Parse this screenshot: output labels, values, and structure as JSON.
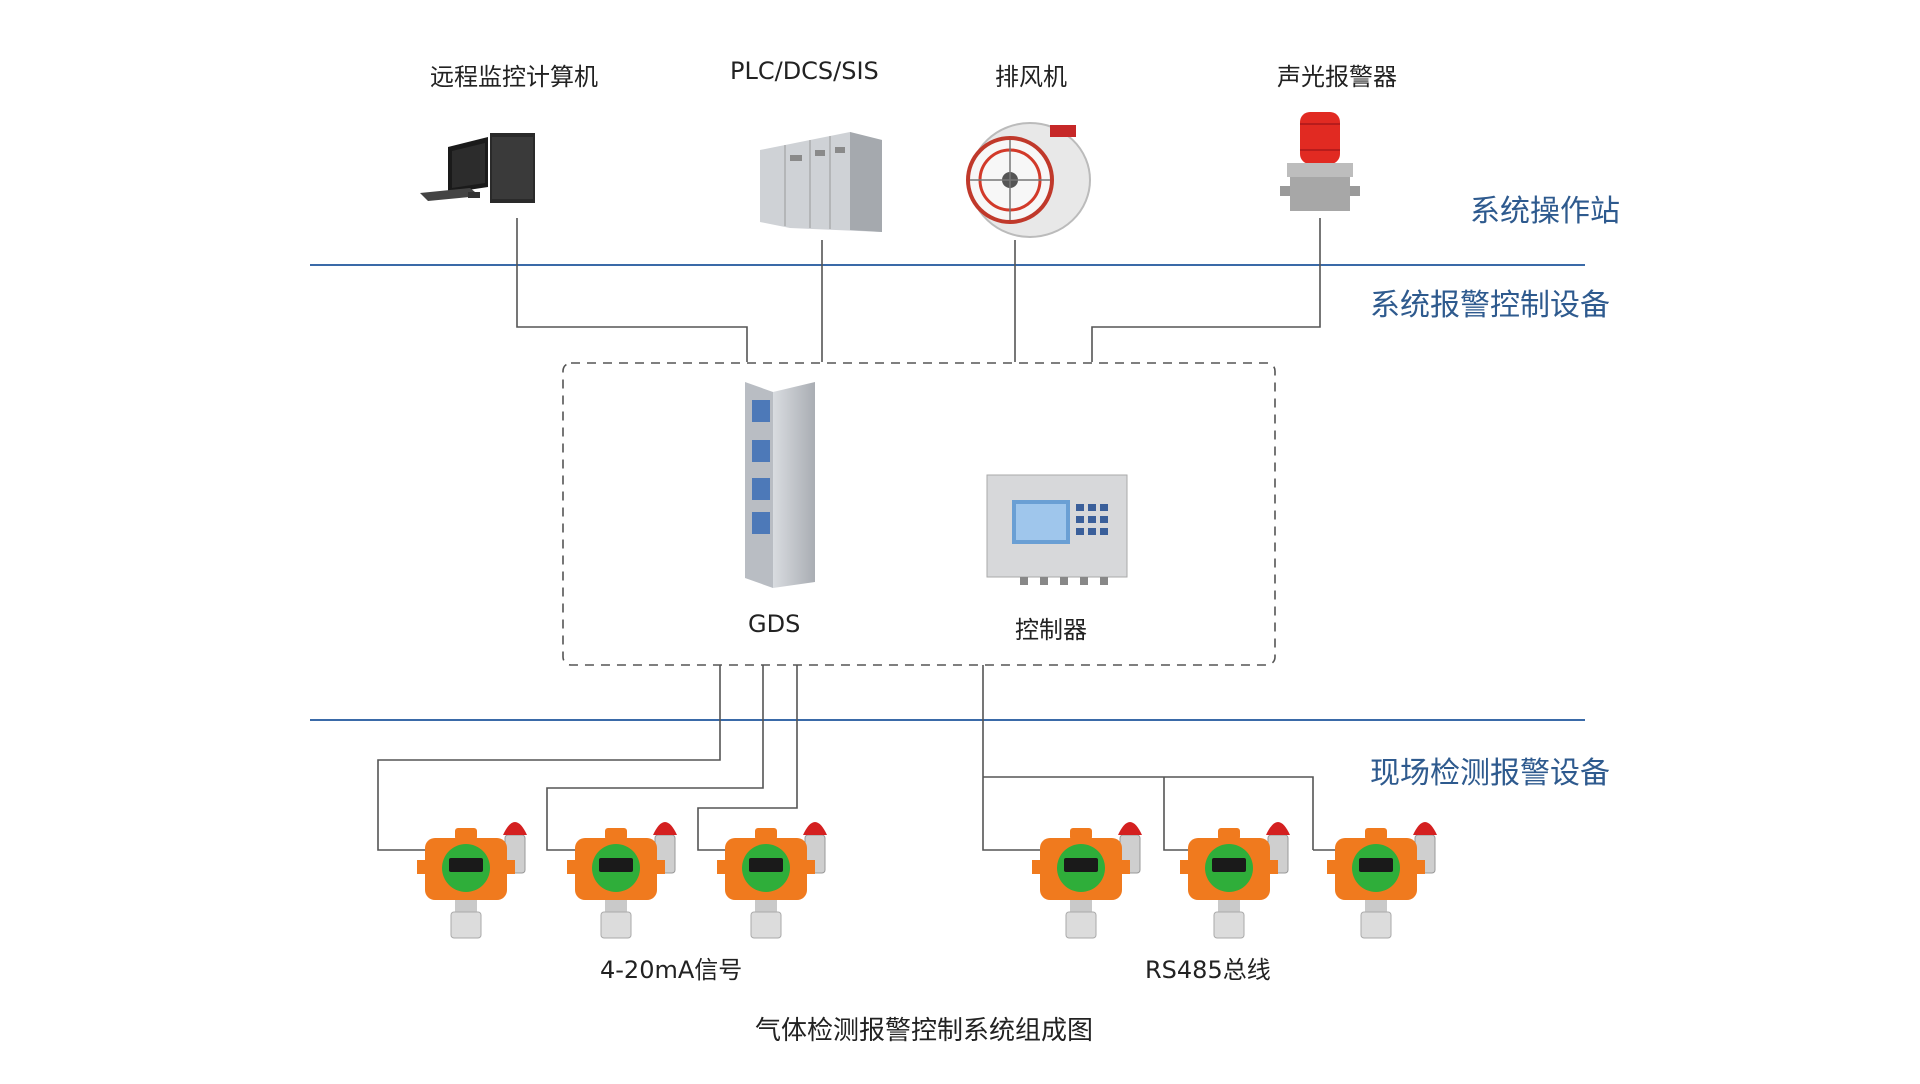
{
  "devices_top": {
    "computer": "远程监控计算机",
    "plc": "PLC/DCS/SIS",
    "fan": "排风机",
    "alarm": "声光报警器"
  },
  "layers": {
    "operation_station": "系统操作站",
    "alarm_control": "系统报警控制设备",
    "field_detection": "现场检测报警设备"
  },
  "middle": {
    "gds": "GDS",
    "controller": "控制器"
  },
  "signals": {
    "analog": "4-20mA信号",
    "bus": "RS485总线"
  },
  "caption": "气体检测报警控制系统组成图",
  "colors": {
    "layer_line": "#3a6aa8",
    "connector": "#444444",
    "detector_body": "#f07a1e",
    "beacon_red": "#d42020",
    "display_green": "#2fae3a"
  }
}
